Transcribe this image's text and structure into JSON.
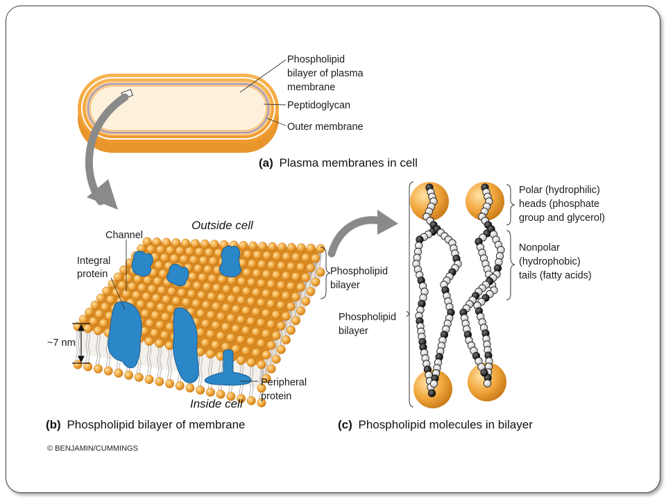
{
  "panel_a": {
    "labels": {
      "bilayer_line1": "Phospholipid",
      "bilayer_line2": "bilayer of plasma",
      "bilayer_line3": "membrane",
      "peptidoglycan": "Peptidoglycan",
      "outer_membrane": "Outer membrane"
    },
    "caption_letter": "(a)",
    "caption_text": "Plasma membranes in cell"
  },
  "panel_b": {
    "labels": {
      "outside_cell": "Outside cell",
      "inside_cell": "Inside cell",
      "channel": "Channel",
      "integral_line1": "Integral",
      "integral_line2": "protein",
      "bilayer_line1": "Phospholipid",
      "bilayer_line2": "bilayer",
      "thickness": "~7 nm",
      "peripheral_line1": "Peripheral",
      "peripheral_line2": "protein"
    },
    "caption_letter": "(b)",
    "caption_text": "Phospholipid bilayer of membrane"
  },
  "panel_c": {
    "labels": {
      "polar_line1": "Polar (hydrophilic)",
      "polar_line2": "heads (phosphate",
      "polar_line3": "group and glycerol)",
      "nonpolar_line1": "Nonpolar",
      "nonpolar_line2": "(hydrophobic)",
      "nonpolar_line3": "tails (fatty acids)",
      "bilayer_line1": "Phospholipid",
      "bilayer_line2": "bilayer"
    },
    "caption_letter": "(c)",
    "caption_text": "Phospholipid molecules in bilayer"
  },
  "copyright": "© BENJAMIN/CUMMINGS",
  "colors": {
    "cell_orange": "#f4a33a",
    "cell_inner": "#fdf1dc",
    "head_orange": "#f0a23a",
    "protein_blue": "#2a86c6",
    "arrow_gray": "#8a8a8a"
  }
}
